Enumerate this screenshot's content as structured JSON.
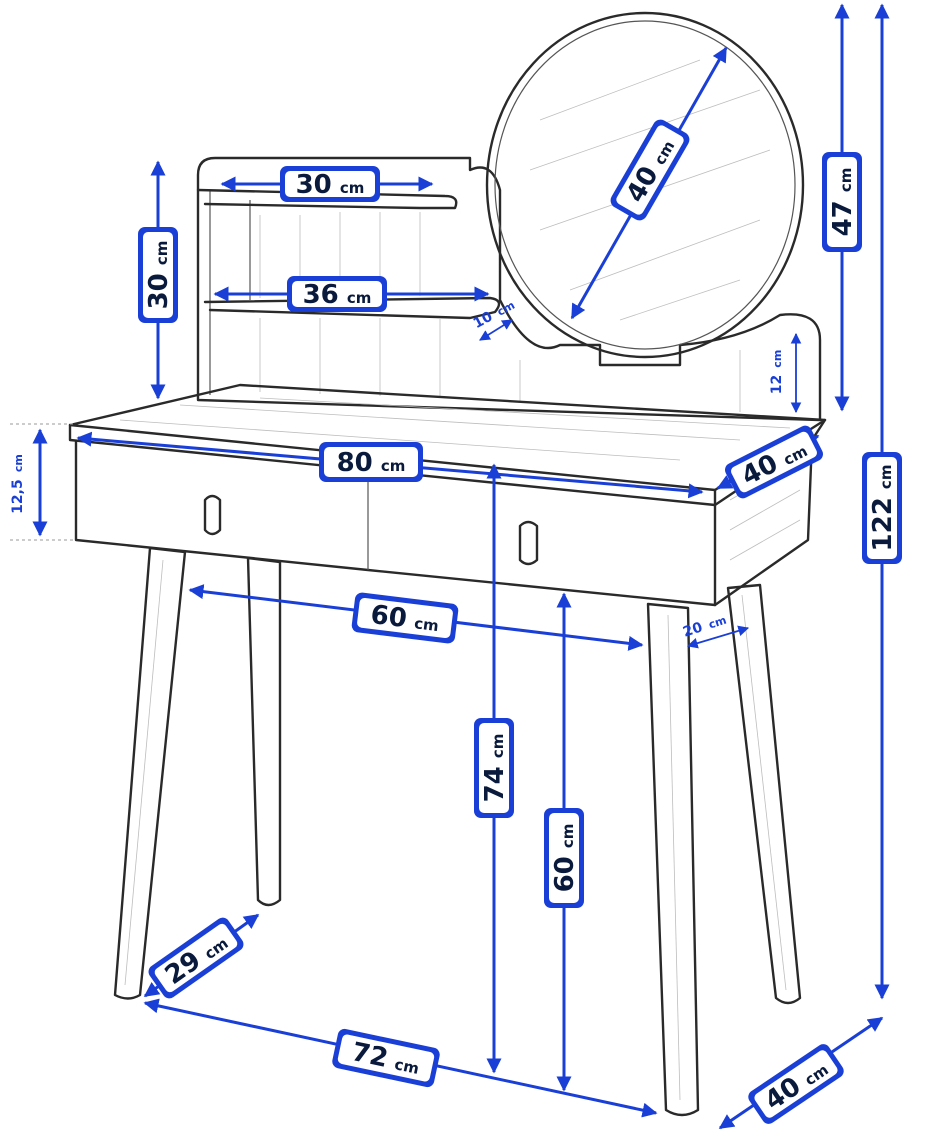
{
  "diagram": {
    "unit": "cm",
    "colors": {
      "accent": "#1a3fd6",
      "badge_text": "#0a1a3c",
      "outline": "#2a2a2a"
    },
    "dimensions": [
      {
        "id": "shelf-top-width",
        "value": "30",
        "unit": "cm",
        "style": "badge"
      },
      {
        "id": "shelf-height",
        "value": "30",
        "unit": "cm",
        "style": "badge"
      },
      {
        "id": "shelf-lower-width",
        "value": "36",
        "unit": "cm",
        "style": "badge"
      },
      {
        "id": "shelf-depth",
        "value": "10",
        "unit": "cm",
        "style": "plain"
      },
      {
        "id": "mirror-diameter",
        "value": "40",
        "unit": "cm",
        "style": "badge"
      },
      {
        "id": "mirror-height",
        "value": "47",
        "unit": "cm",
        "style": "badge"
      },
      {
        "id": "back-panel-height",
        "value": "12",
        "unit": "cm",
        "style": "plain"
      },
      {
        "id": "total-height",
        "value": "122",
        "unit": "cm",
        "style": "badge"
      },
      {
        "id": "drawer-height",
        "value": "12,5",
        "unit": "cm",
        "style": "plain"
      },
      {
        "id": "top-width",
        "value": "80",
        "unit": "cm",
        "style": "badge"
      },
      {
        "id": "top-depth",
        "value": "40",
        "unit": "cm",
        "style": "badge"
      },
      {
        "id": "leg-inner-width",
        "value": "60",
        "unit": "cm",
        "style": "badge"
      },
      {
        "id": "leg-side-gap",
        "value": "20",
        "unit": "cm",
        "style": "plain"
      },
      {
        "id": "table-height",
        "value": "74",
        "unit": "cm",
        "style": "badge"
      },
      {
        "id": "underside-height",
        "value": "60",
        "unit": "cm",
        "style": "badge"
      },
      {
        "id": "floor-depth-left",
        "value": "29",
        "unit": "cm",
        "style": "badge"
      },
      {
        "id": "floor-width",
        "value": "72",
        "unit": "cm",
        "style": "badge"
      },
      {
        "id": "floor-depth-right",
        "value": "40",
        "unit": "cm",
        "style": "badge"
      }
    ]
  }
}
